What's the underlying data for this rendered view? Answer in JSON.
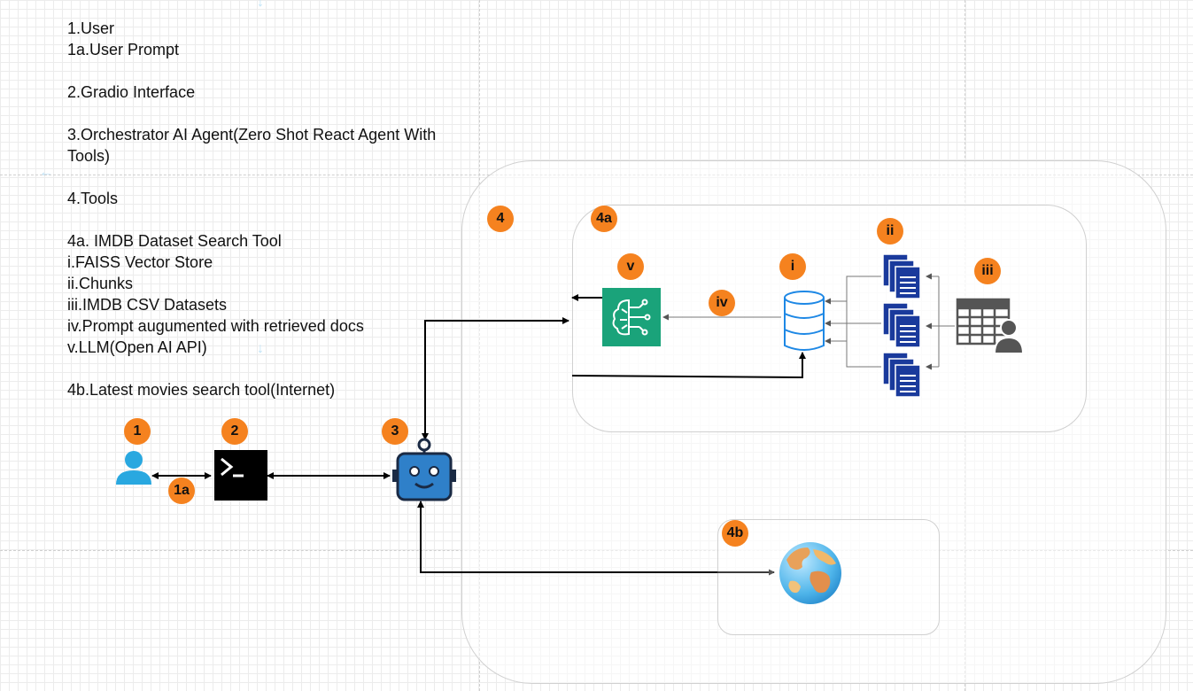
{
  "legend": {
    "user": "1.User",
    "user_prompt": "1a.User Prompt",
    "gradio": "2.Gradio Interface",
    "orchestrator": "3.Orchestrator AI Agent(Zero Shot React Agent With Tools)",
    "tools": "4.Tools",
    "imdb_tool": "4a. IMDB Dataset Search Tool",
    "faiss": "i.FAISS Vector Store",
    "chunks": "ii.Chunks",
    "datasets": "iii.IMDB CSV Datasets",
    "prompt": "iv.Prompt augumented with retrieved docs",
    "llm": "v.LLM(Open AI API)",
    "internet_tool": "4b.Latest movies search tool(Internet)"
  },
  "badges": {
    "user": "1",
    "user_prompt": "1a",
    "gradio": "2",
    "agent": "3",
    "tools": "4",
    "imdb_tool": "4a",
    "internet_tool": "4b",
    "faiss": "i",
    "chunks": "ii",
    "datasets": "iii",
    "prompt": "iv",
    "llm": "v"
  },
  "colors": {
    "badge": "#f5821f",
    "user_icon": "#29a8e0",
    "agent_icon": "#2f80c9",
    "llm_icon": "#1aa37a",
    "database_icon": "#1e88e5",
    "document_icon": "#1a3a9c",
    "spreadsheet_icon": "#555555"
  },
  "icons": {
    "user": "user-icon",
    "terminal": "terminal-icon",
    "agent": "robot-icon",
    "llm": "brain-circuit-icon",
    "database": "database-icon",
    "documents": "documents-icon",
    "spreadsheet": "spreadsheet-user-icon",
    "globe": "globe-icon"
  }
}
